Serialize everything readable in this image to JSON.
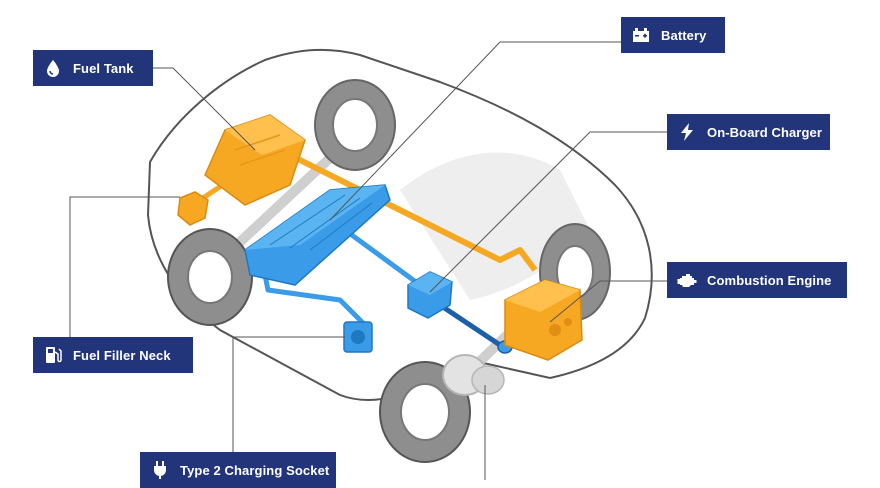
{
  "labels": {
    "fuel_tank": "Fuel Tank",
    "battery": "Battery",
    "on_board_charger": "On-Board Charger",
    "combustion_engine": "Combustion Engine",
    "fuel_filler_neck": "Fuel Filler Neck",
    "type2_socket": "Type 2 Charging Socket"
  },
  "icons": {
    "fuel_tank": "water-drop-icon",
    "battery": "battery-icon",
    "on_board_charger": "lightning-bolt-icon",
    "combustion_engine": "engine-icon",
    "fuel_filler_neck": "fuel-pump-icon",
    "type2_socket": "plug-icon"
  },
  "colors": {
    "label_bg": "#22347a",
    "fuel_orange": "#f7a823",
    "battery_blue": "#3a9ce8",
    "outline_gray": "#5a5a5a",
    "tire_gray": "#9a9a9a"
  }
}
